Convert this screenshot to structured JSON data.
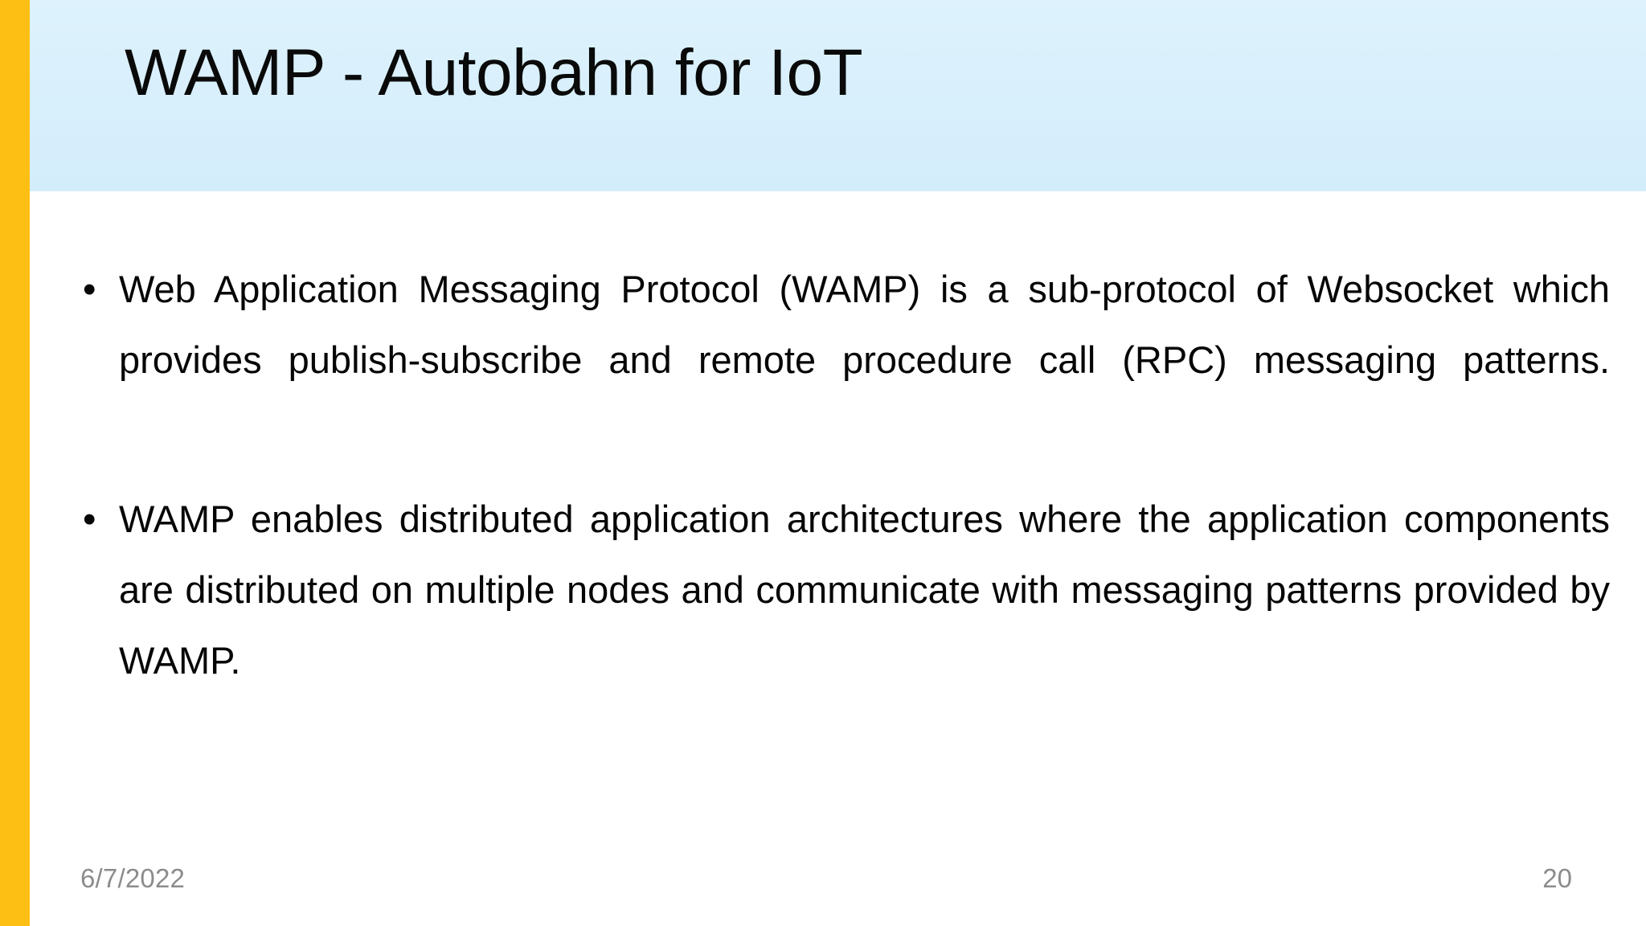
{
  "slide": {
    "accent_color": "#FDBF13",
    "header_bg_top": "#ddf2fd",
    "header_bg_bottom": "#d4edfb",
    "body_bg": "#ffffff",
    "title": "WAMP - Autobahn for IoT",
    "bullets": [
      {
        "marker": "•",
        "text": "Web Application Messaging Protocol (WAMP) is a sub-protocol of Websocket which provides publish-subscribe and remote procedure call (RPC) messaging patterns."
      },
      {
        "marker": "•",
        "text": "WAMP enables distributed application architectures where the application components are distributed on multiple nodes and communicate with messaging patterns provided by WAMP."
      }
    ],
    "footer": {
      "date": "6/7/2022",
      "page_number": "20",
      "text_color": "#8c8c8c"
    }
  }
}
